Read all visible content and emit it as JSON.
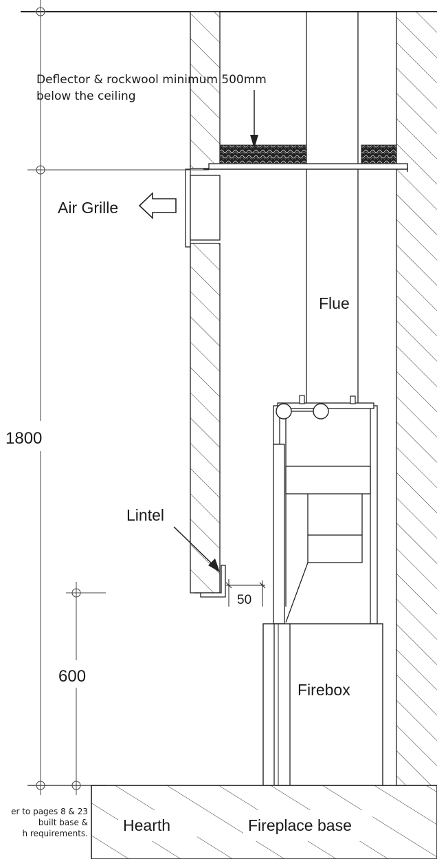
{
  "labels": {
    "deflector_note_line1": "Deflector & rockwool minimum 500mm",
    "deflector_note_line2": "below the ceiling",
    "air_grille": "Air Grille",
    "flue": "Flue",
    "lintel": "Lintel",
    "firebox": "Firebox",
    "hearth": "Hearth",
    "fireplace_base": "Fireplace base",
    "footnote_line1": "er to pages 8 & 23",
    "footnote_line2": "built base &",
    "footnote_line3": "h requirements."
  },
  "dimensions": {
    "height_1800": "1800",
    "height_600": "600",
    "gap_50": "50"
  }
}
